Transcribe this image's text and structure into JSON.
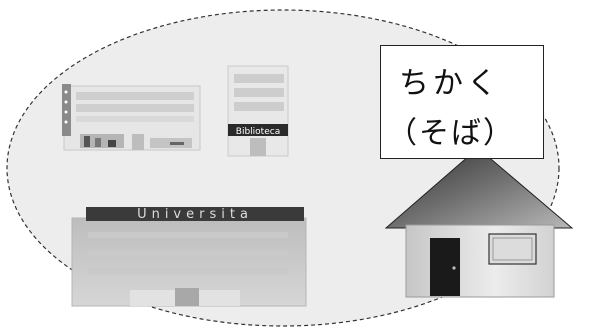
{
  "label": {
    "line1": "ちかく",
    "line2": "（そば）"
  },
  "buildings": {
    "university_sign": "Universita",
    "library_sign": "Biblioteca"
  },
  "colors": {
    "area_fill": "#ededed",
    "area_outline": "#333333",
    "roof_dark": "#3a3a3a",
    "roof_light": "#9a9a9a",
    "house_wall": "#d9d9d9",
    "door": "#1a1a1a"
  }
}
